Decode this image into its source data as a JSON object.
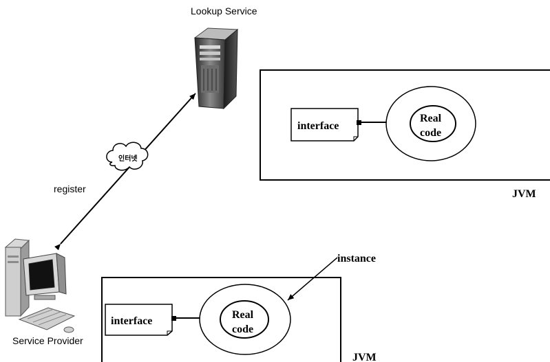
{
  "labels": {
    "lookup_service": "Lookup Service",
    "register": "register",
    "internet": "인터넷",
    "service_provider": "Service Provider",
    "instance": "instance",
    "jvm": "JVM"
  },
  "jvm_top": {
    "interface_label": "interface",
    "code_line1": "Real",
    "code_line2": "code",
    "jvm_label": "JVM"
  },
  "jvm_bottom": {
    "interface_label": "interface",
    "code_line1": "Real",
    "code_line2": "code",
    "jvm_label": "JVM"
  },
  "icons": {
    "lookup_service": "server-tower-icon",
    "service_provider": "desktop-computer-icon",
    "network": "cloud-icon"
  },
  "colors": {
    "line": "#000000",
    "background": "#ffffff"
  }
}
